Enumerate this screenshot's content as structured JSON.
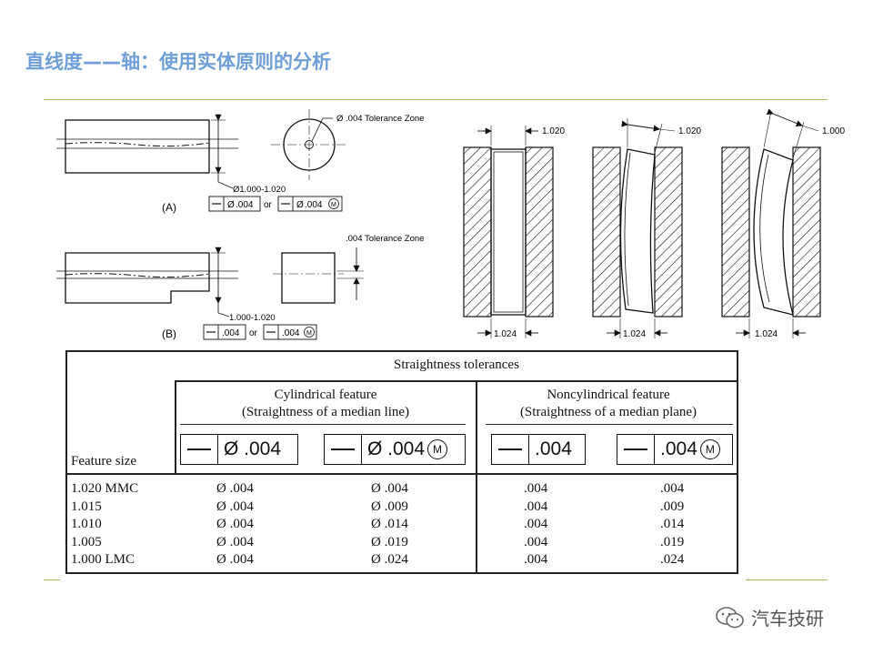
{
  "slide": {
    "title": "直线度——轴：使用实体原则的分析"
  },
  "figA": {
    "zone_label": "Ø .004 Tolerance Zone",
    "size_label": "Ø1.000-1.020",
    "part_label": "(A)",
    "fcf1": ".004",
    "or": "or",
    "fcf2": ".004",
    "mmc": "M"
  },
  "figB": {
    "zone_label": ".004 Tolerance Zone",
    "size_label": "1.000-1.020",
    "part_label": "(B)",
    "fcf1": ".004",
    "or": "or",
    "fcf2": ".004",
    "mmc": "M"
  },
  "gauge": {
    "top1": "1.020",
    "top2": "1.020",
    "top3": "1.000",
    "bot1": "1.024",
    "bot2": "1.024",
    "bot3": "1.024"
  },
  "table": {
    "title": "Straightness tolerances",
    "cyl_heading": [
      "Cylindrical feature",
      "(Straightness of a median line)"
    ],
    "noncyl_heading": [
      "Noncylindrical feature",
      "(Straightness of a median plane)"
    ],
    "feature_size": "Feature size",
    "fcf_values": {
      "cyl": "Ø .004",
      "cyl_mmc": "Ø .004",
      "noncyl": ".004",
      "noncyl_mmc": ".004",
      "mmc": "M"
    },
    "rows": [
      {
        "size": "1.020 MMC",
        "c1": "Ø .004",
        "c2": "Ø .004",
        "n1": ".004",
        "n2": ".004"
      },
      {
        "size": "1.015",
        "c1": "Ø .004",
        "c2": "Ø .009",
        "n1": ".004",
        "n2": ".009"
      },
      {
        "size": "1.010",
        "c1": "Ø .004",
        "c2": "Ø .014",
        "n1": ".004",
        "n2": ".014"
      },
      {
        "size": "1.005",
        "c1": "Ø .004",
        "c2": "Ø .019",
        "n1": ".004",
        "n2": ".019"
      },
      {
        "size": "1.000 LMC",
        "c1": "Ø .004",
        "c2": "Ø .024",
        "n1": ".004",
        "n2": ".024"
      }
    ]
  },
  "watermark": {
    "text": "汽车技研",
    "icon": "wechat-icon"
  },
  "colors": {
    "title": "#6f9fd8",
    "rule": "#9bbb59"
  }
}
